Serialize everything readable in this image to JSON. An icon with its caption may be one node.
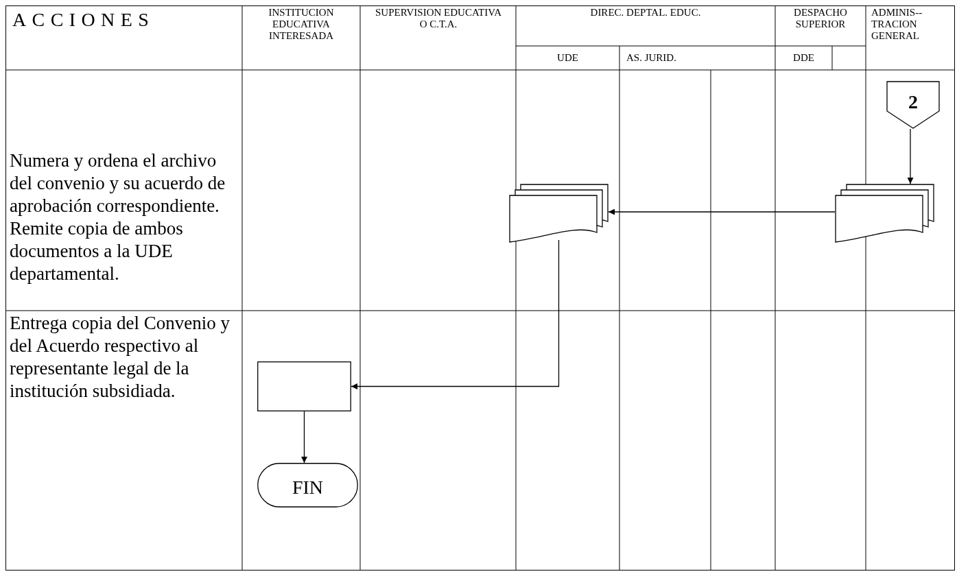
{
  "diagram": {
    "nodes": [
      {
        "text": [
          "2"
        ]
      },
      {
        "text": [],
        "shape": "document"
      },
      {
        "text": [],
        "shape": "document"
      },
      {
        "text": [],
        "shape": "box"
      },
      {
        "text": [
          "FIN"
        ]
      }
    ],
    "edges": [
      {
        "from": 0,
        "to": 2,
        "arrow": "to"
      },
      {
        "from": 2,
        "to": 1,
        "arrow": "to"
      },
      {
        "from": 1,
        "to": 3,
        "arrow": "to"
      },
      {
        "from": 3,
        "to": 4,
        "arrow": "to"
      }
    ],
    "labels": [
      "ACCIONES",
      "INSTITUCION EDUCATIVA INTERESADA",
      "SUPERVISION EDUCATIVA O C.T.A.",
      "DIREC. DEPTAL. EDUC.",
      "DESPACHO SUPERIOR",
      "ADMINIS-- TRACION GENERAL",
      "UDE",
      "AS. JURID.",
      "DDE",
      "Numera y ordena el archivo del convenio y su acuerdo de aprobación correspondiente.  Remite copia de ambos documentos a la UDE departamental.",
      "Entrega copia del Convenio y del Acuerdo respectivo al representante legal de la institución subsidiada."
    ]
  }
}
